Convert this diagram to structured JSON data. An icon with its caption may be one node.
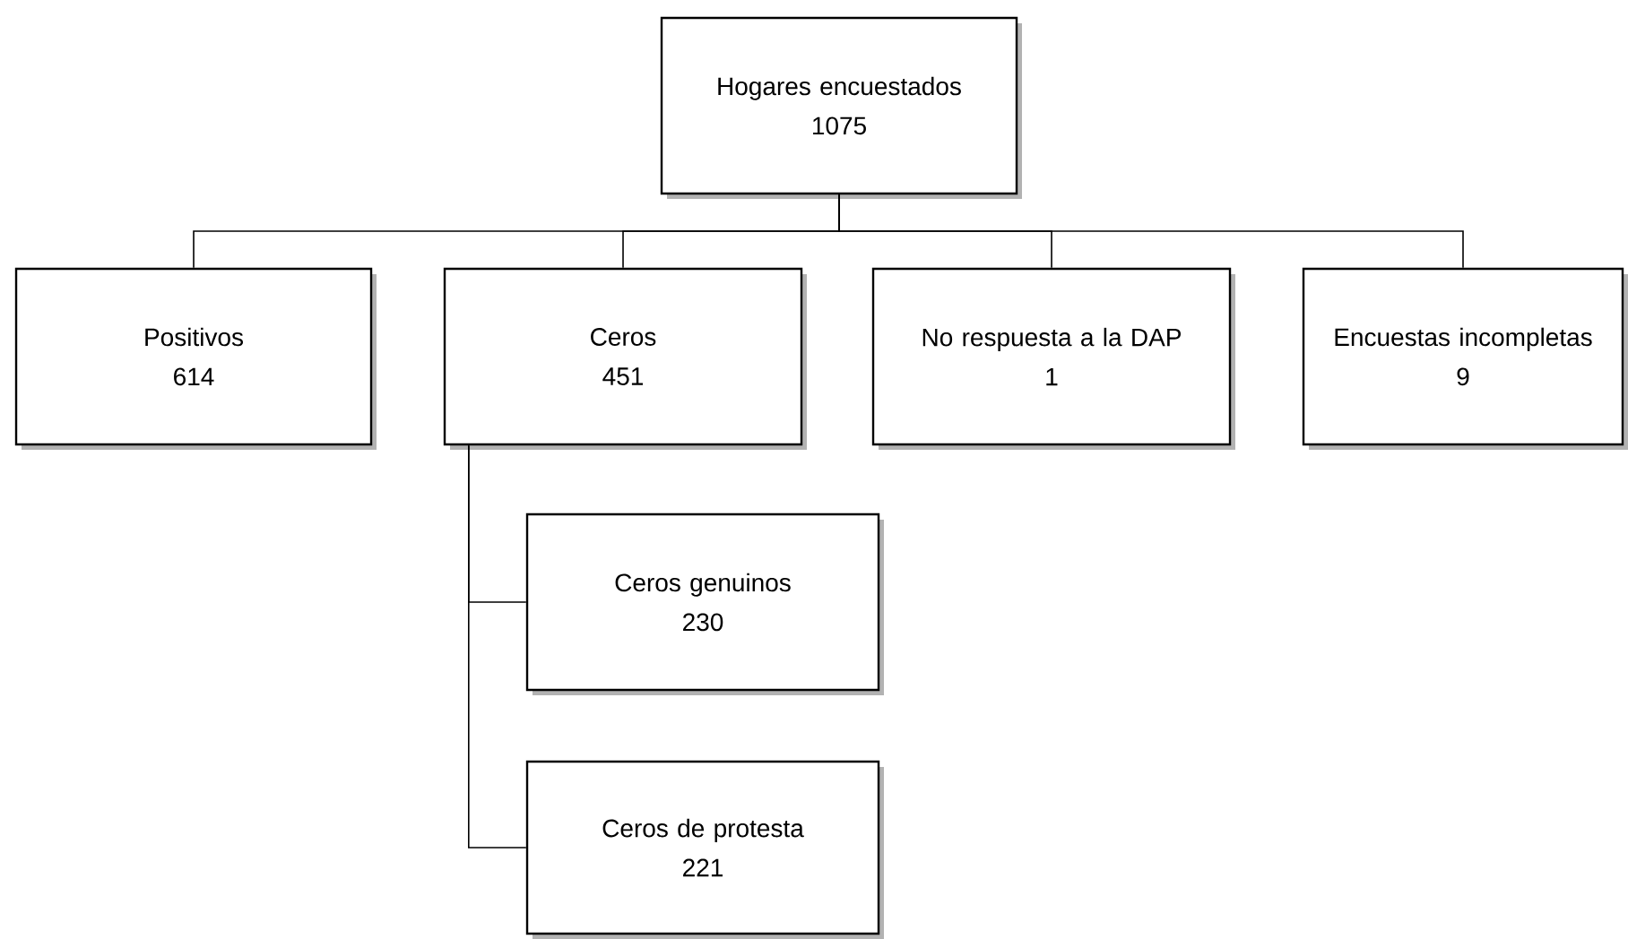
{
  "diagram": {
    "nodes": [
      {
        "text": [
          "Hogares encuestados",
          "1075"
        ]
      },
      {
        "text": [
          "Positivos",
          "614"
        ]
      },
      {
        "text": [
          "Ceros",
          "451"
        ]
      },
      {
        "text": [
          "No respuesta a la DAP",
          "1"
        ]
      },
      {
        "text": [
          "Encuestas incompletas",
          "9"
        ]
      },
      {
        "text": [
          "Ceros genuinos",
          "230"
        ]
      },
      {
        "text": [
          "Ceros de protesta",
          "221"
        ]
      }
    ],
    "edges": [
      {
        "from": 0,
        "to": 1,
        "arrow": "none"
      },
      {
        "from": 0,
        "to": 2,
        "arrow": "none"
      },
      {
        "from": 0,
        "to": 3,
        "arrow": "none"
      },
      {
        "from": 0,
        "to": 4,
        "arrow": "none"
      },
      {
        "from": 2,
        "to": 5,
        "arrow": "none"
      },
      {
        "from": 2,
        "to": 6,
        "arrow": "none"
      }
    ]
  }
}
